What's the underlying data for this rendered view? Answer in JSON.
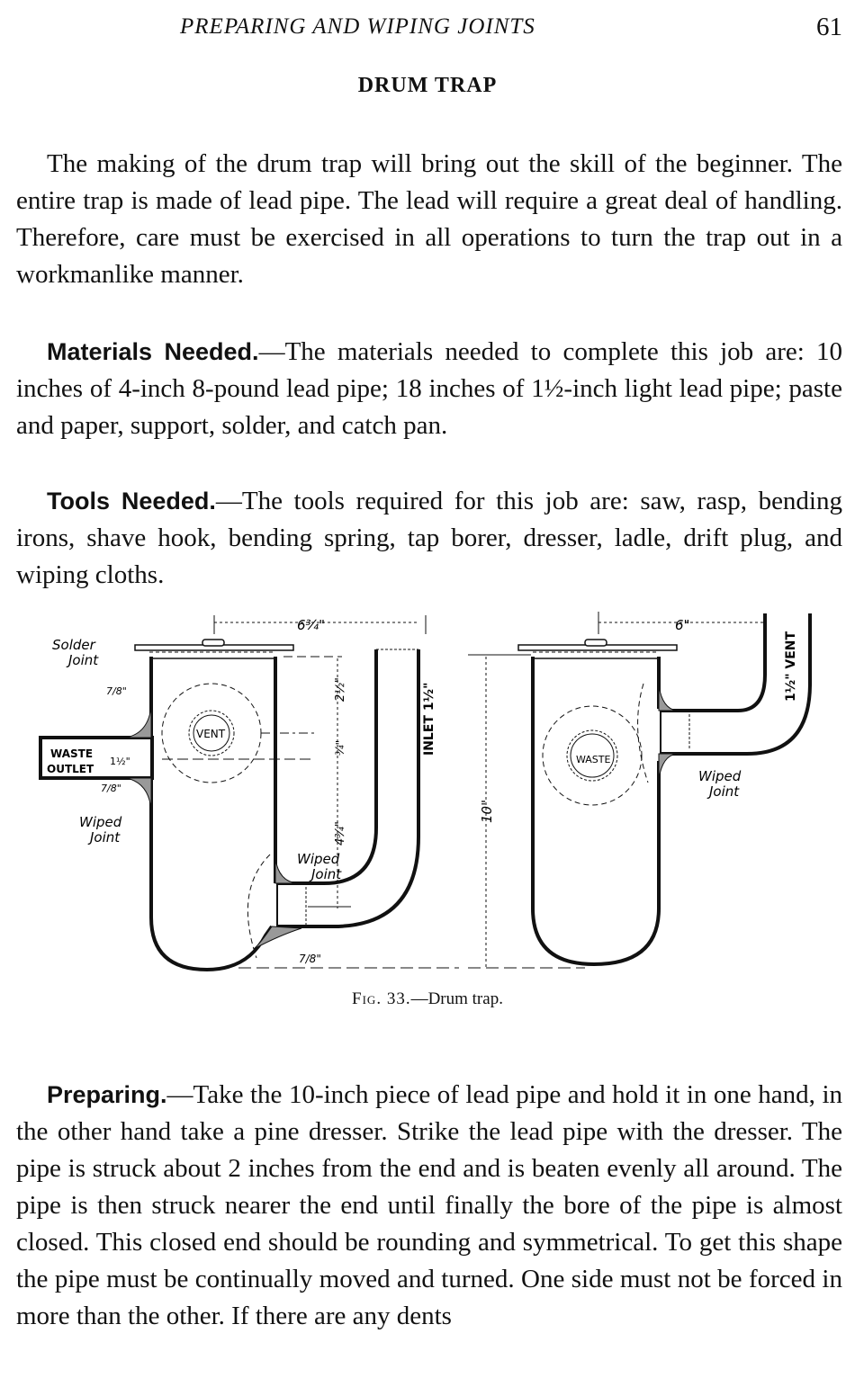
{
  "running_head": {
    "title": "PREPARING AND WIPING JOINTS",
    "page_number": "61"
  },
  "section_title": "DRUM TRAP",
  "paragraphs": {
    "intro": "The making of the drum trap will bring out the skill of the beginner. The entire trap is made of lead pipe. The lead will require a great deal of handling. Therefore, care must be exercised in all operations to turn the trap out in a workmanlike manner.",
    "materials": {
      "lead": "Materials Needed.",
      "text": "—The materials needed to complete this job are: 10 inches of 4-inch 8-pound lead pipe; 18 inches of 1½-inch light lead pipe; paste and paper, support, solder, and catch pan."
    },
    "tools": {
      "lead": "Tools Needed.",
      "text": "—The tools required for this job are: saw, rasp, bending irons, shave hook, bending spring, tap borer, dresser, ladle, drift plug, and wiping cloths."
    },
    "preparing": {
      "lead": "Preparing.",
      "text": "—Take the 10-inch piece of lead pipe and hold it in one hand, in the other hand take a pine dresser. Strike the lead pipe with the dresser. The pipe is struck about 2 inches from the end and is beaten evenly all around. The pipe is then struck nearer the end until finally the bore of the pipe is almost closed. This closed end should be rounding and symmetrical. To get this shape the pipe must be continually moved and turned. One side must not be forced in more than the other. If there are any dents"
    }
  },
  "figure": {
    "left_view": {
      "solder_label_1": "Solder",
      "solder_label_2": "Joint",
      "width_dim": "6¾\"",
      "waste_outlet_1": "WASTE",
      "waste_outlet_2": "OUTLET",
      "waste_size": "1½\"",
      "vent": "VENT",
      "fillet_top": "7/8\"",
      "fillet_bottom": "7/8\"",
      "wiped_joint_1a": "Wiped",
      "wiped_joint_1b": "Joint",
      "wiped_joint_2a": "Wiped",
      "wiped_joint_2b": "Joint",
      "dim_top": "2½\"",
      "dim_mid": "¾\"",
      "dim_low": "4¾\"",
      "bottom_fillet": "7/8\"",
      "inlet": "INLET 1½\""
    },
    "right_view": {
      "width_dim": "6\"",
      "vent": "1½\" VENT",
      "height_dim": "10\"",
      "waste": "WASTE",
      "wiped_joint_a": "Wiped",
      "wiped_joint_b": "Joint"
    },
    "caption_fig": "Fig. 33.",
    "caption_text": "—Drum trap."
  }
}
